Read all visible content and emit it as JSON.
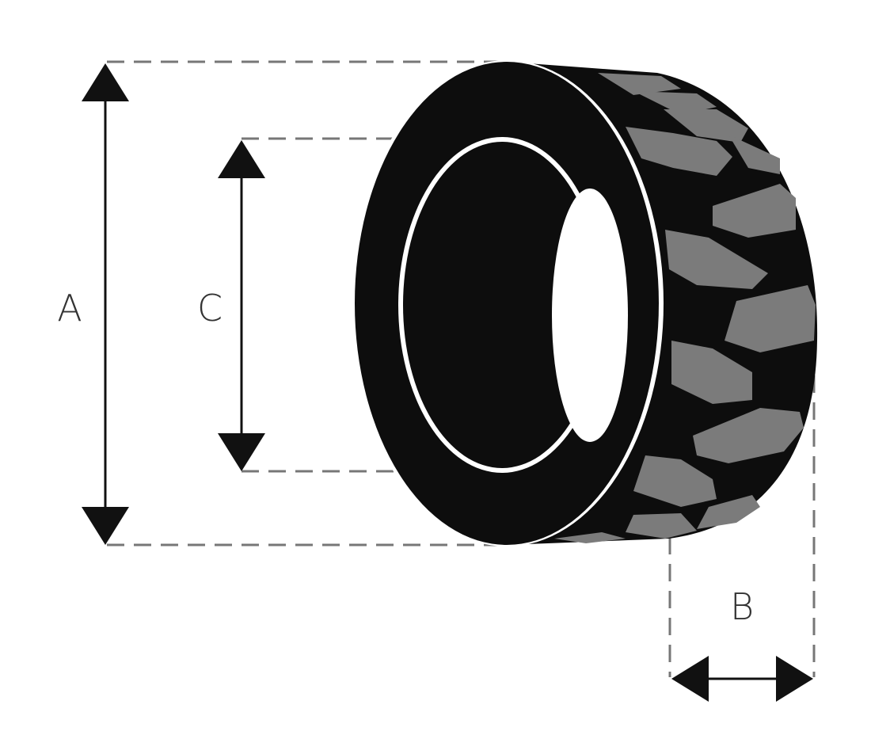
{
  "labels": {
    "outer_diameter": "A",
    "width": "B",
    "inner_diameter": "C"
  },
  "icons": {
    "tire": "tire-icon",
    "dimension_arrow": "double-arrow-icon"
  },
  "colors": {
    "background": "#ffffff",
    "tire_body": "#0d0d0d",
    "tread": "#7b7b7b",
    "rim_line": "#ffffff",
    "dimension_line": "#111111",
    "dashed_line": "#777777",
    "label_text": "#333333"
  }
}
